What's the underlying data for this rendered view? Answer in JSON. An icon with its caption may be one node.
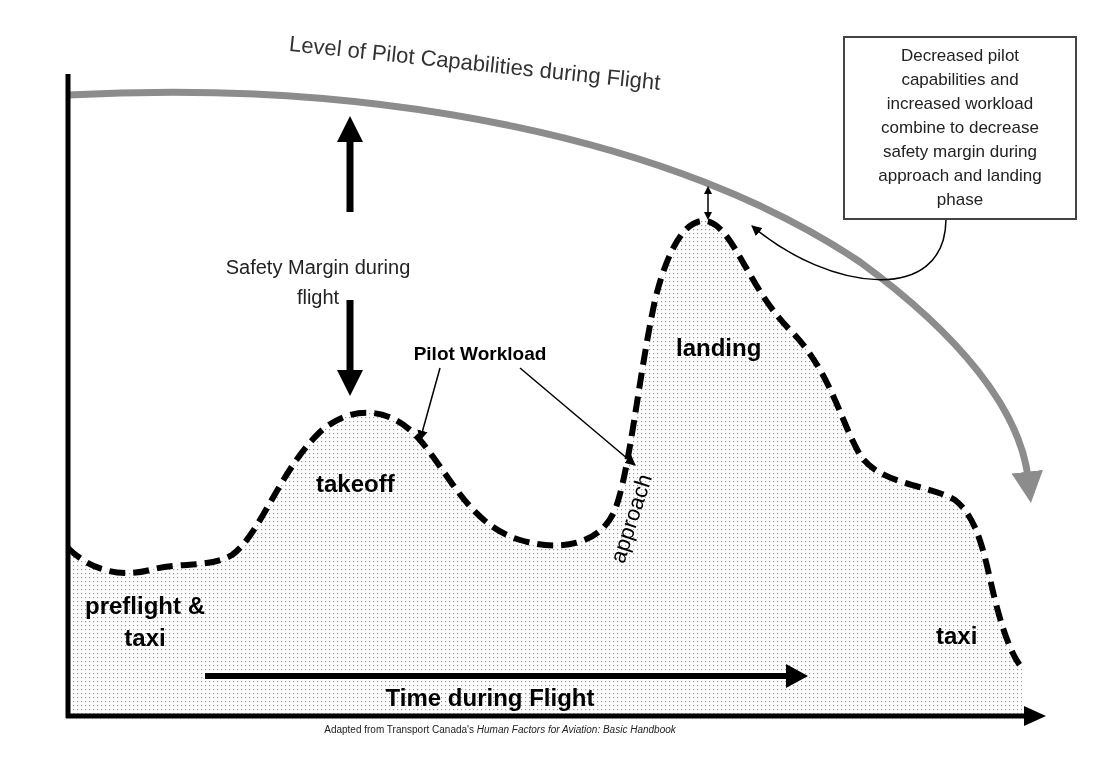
{
  "diagram": {
    "caption": "Adapted from Transport Canada's *Human Factors for Aviation: Basic Handbook*",
    "nodes": [
      {
        "text": [
          "Decreased pilot capabilities and increased workload combine to decrease safety margin during approach and landing phase"
        ]
      },
      {
        "text": [
          "Pilot Workload"
        ]
      },
      {
        "text": [],
        "shape": "curve"
      }
    ],
    "edges": [
      {
        "from": 0,
        "to": 2,
        "arrow": "to"
      },
      {
        "from": 1,
        "to": 2,
        "arrow": "to"
      },
      {
        "from": 1,
        "to": 2,
        "arrow": "to"
      }
    ],
    "labels": [
      "Level of Pilot Capabilities during Flight",
      "Safety Margin during flight",
      "landing",
      "takeoff",
      "approach",
      "preflight & taxi",
      "taxi",
      "Time during Flight"
    ]
  }
}
